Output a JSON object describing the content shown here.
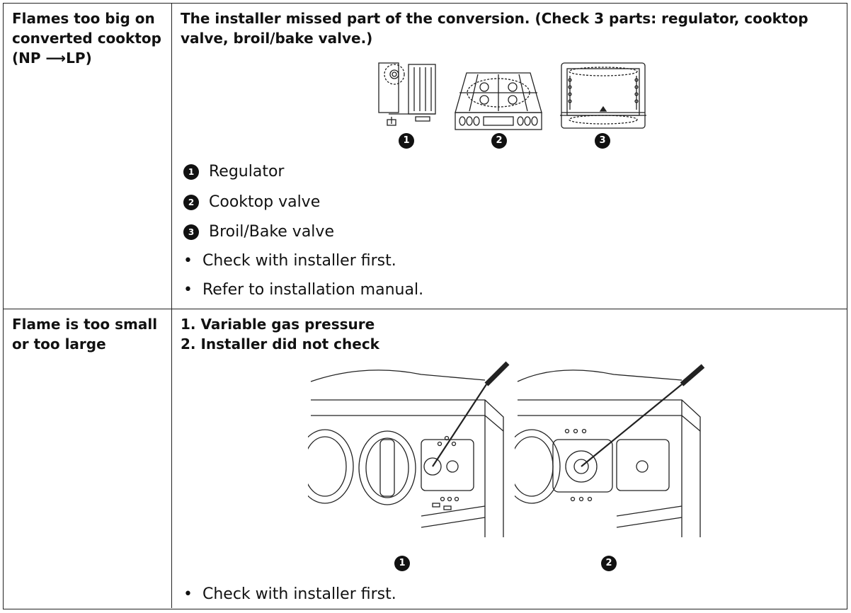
{
  "rows": [
    {
      "symptom": "Flames too big on\nconverted cooktop\n(NP ⟶LP)",
      "cause": "The installer missed part of the conversion. (Check 3 parts: regulator, cooktop valve, broil/bake valve.)",
      "callouts": [
        "1",
        "2",
        "3"
      ],
      "legend": [
        {
          "num": "1",
          "label": "Regulator"
        },
        {
          "num": "2",
          "label": "Cooktop valve"
        },
        {
          "num": "3",
          "label": "Broil/Bake valve"
        }
      ],
      "bullets": [
        "Check with installer first.",
        "Refer to installation manual."
      ]
    },
    {
      "symptom": "Flame is too small\nor too large",
      "causes": [
        "1. Variable gas pressure",
        "2. Installer did not check"
      ],
      "callouts": [
        "1",
        "2"
      ],
      "bullets": [
        "Check with installer first."
      ]
    }
  ]
}
